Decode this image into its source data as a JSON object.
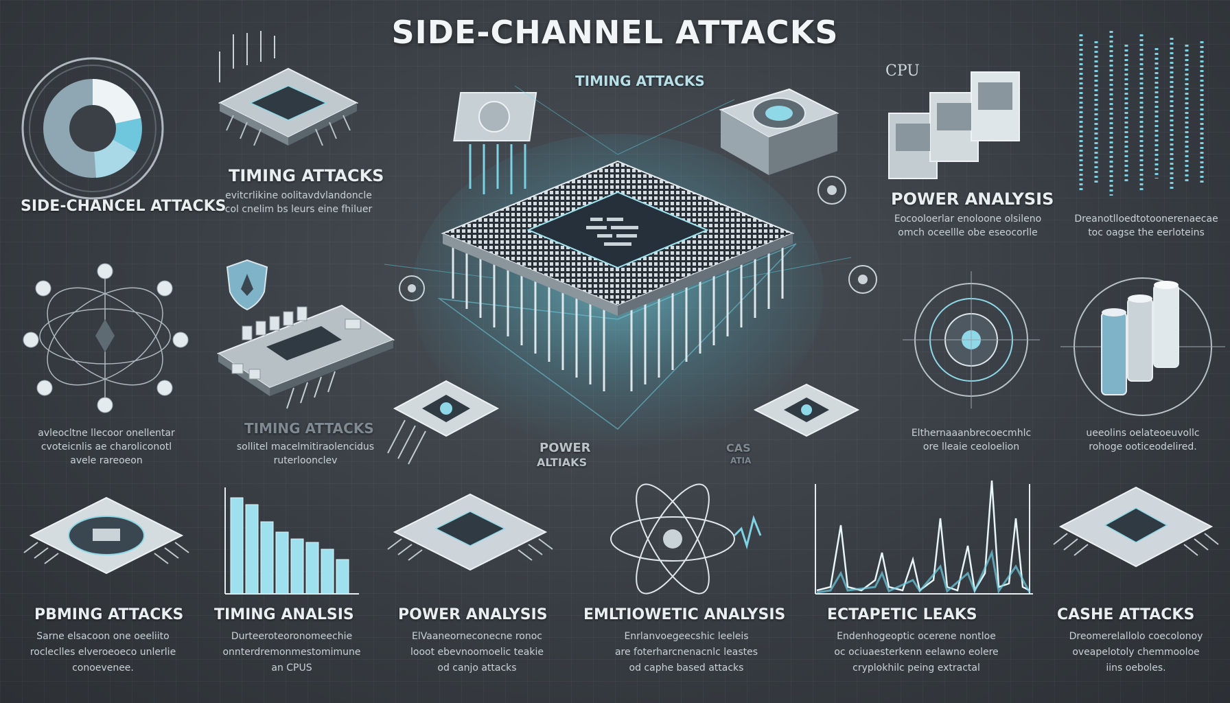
{
  "header": {
    "title": "SIDE-CHANNEL ATTACKS"
  },
  "top_row": {
    "col1": {
      "label": "SIDE-CHANCEL ATTACKS"
    },
    "col2": {
      "label": "TIMING ATTACKS",
      "blurb": [
        "evitcrlikine oolitavdvlandoncle",
        "col cnelim bs leurs eine fhiluer"
      ]
    },
    "center_top_label": "TIMING ATTACKS",
    "col4": {
      "label": "POWER ANALYSIS",
      "blurb": [
        "Eocooloerlar enoloone olsileno",
        "omch oceellle obe eseocorlle"
      ]
    },
    "col5": {
      "blurb": [
        "Dreanotlloedtotoonerenaecae",
        "toc oagse the eerloteins"
      ]
    }
  },
  "middle_row": {
    "col1": {
      "blurb": [
        "avleocltne llecoor onellentar",
        "cvoteicnlis ae charoliconotl",
        "avele rareoeon"
      ]
    },
    "col2": {
      "faint_label": "TIMING ATTACKS",
      "blurb": [
        "sollitel macelmitiraolencidus",
        "ruterloonclev"
      ]
    },
    "center_left_label": [
      "POWER",
      "ALTIAKS"
    ],
    "center_right_label": [
      "CAS",
      "ATIA"
    ],
    "col4": {
      "blurb": [
        "Elthernaaanbrecoecmhlc",
        "ore lleaie ceoloelion"
      ]
    },
    "col5": {
      "blurb": [
        "ueeolins oelateoeuvollc",
        "rohoge ooticeodelired."
      ]
    }
  },
  "bottom_row": [
    {
      "label": "PBMING ATTACKS",
      "blurb": [
        "Sarne elsacoon one oeeliito",
        "rocleclles elveroeoeco unlerlie",
        "conoevenee."
      ]
    },
    {
      "label": "TIMING ANALSIS",
      "blurb": [
        "Durteeroteoronomeechie",
        "onnterdremonmestomimune",
        "an CPUS"
      ]
    },
    {
      "label": "POWER ANALYSIS",
      "blurb": [
        "ElVaaneorneconecne ronoc",
        "looot ebevnoomoelic teakie",
        "od canjo attacks"
      ]
    },
    {
      "label": "EMLTIOWETIC ANALYSIS",
      "blurb": [
        "Enrlanvoegeecshic leeleis",
        "are foterharcnenacnlc leastes",
        "od caphe based attacks"
      ]
    },
    {
      "label": "ECTAPETIC LEAKS",
      "blurb": [
        "Endenhogeoptic ocerene nontloe",
        "oc ociuaesterkenn eelawno eolere",
        "cryplokhilc peing extractal"
      ]
    },
    {
      "label": "CASHE ATTACKS",
      "blurb": [
        "Dreomerelallolo coecolonoy",
        "oveapelotoly chemmooloe",
        "iins oeboles."
      ]
    }
  ],
  "icons": [
    "pie-chart-icon",
    "cpu-chip-icon",
    "server-icon",
    "signal-wave-icon",
    "network-graph-icon",
    "shield-icon",
    "circuit-board-icon",
    "main-processor-icon",
    "radar-icon",
    "storage-stack-icon",
    "bar-chart-icon",
    "atom-icon",
    "spike-chart-icon"
  ],
  "colors": {
    "accent": "#8fd8e8",
    "glow": "#5fe0f5",
    "bg": "#3a3f45"
  }
}
